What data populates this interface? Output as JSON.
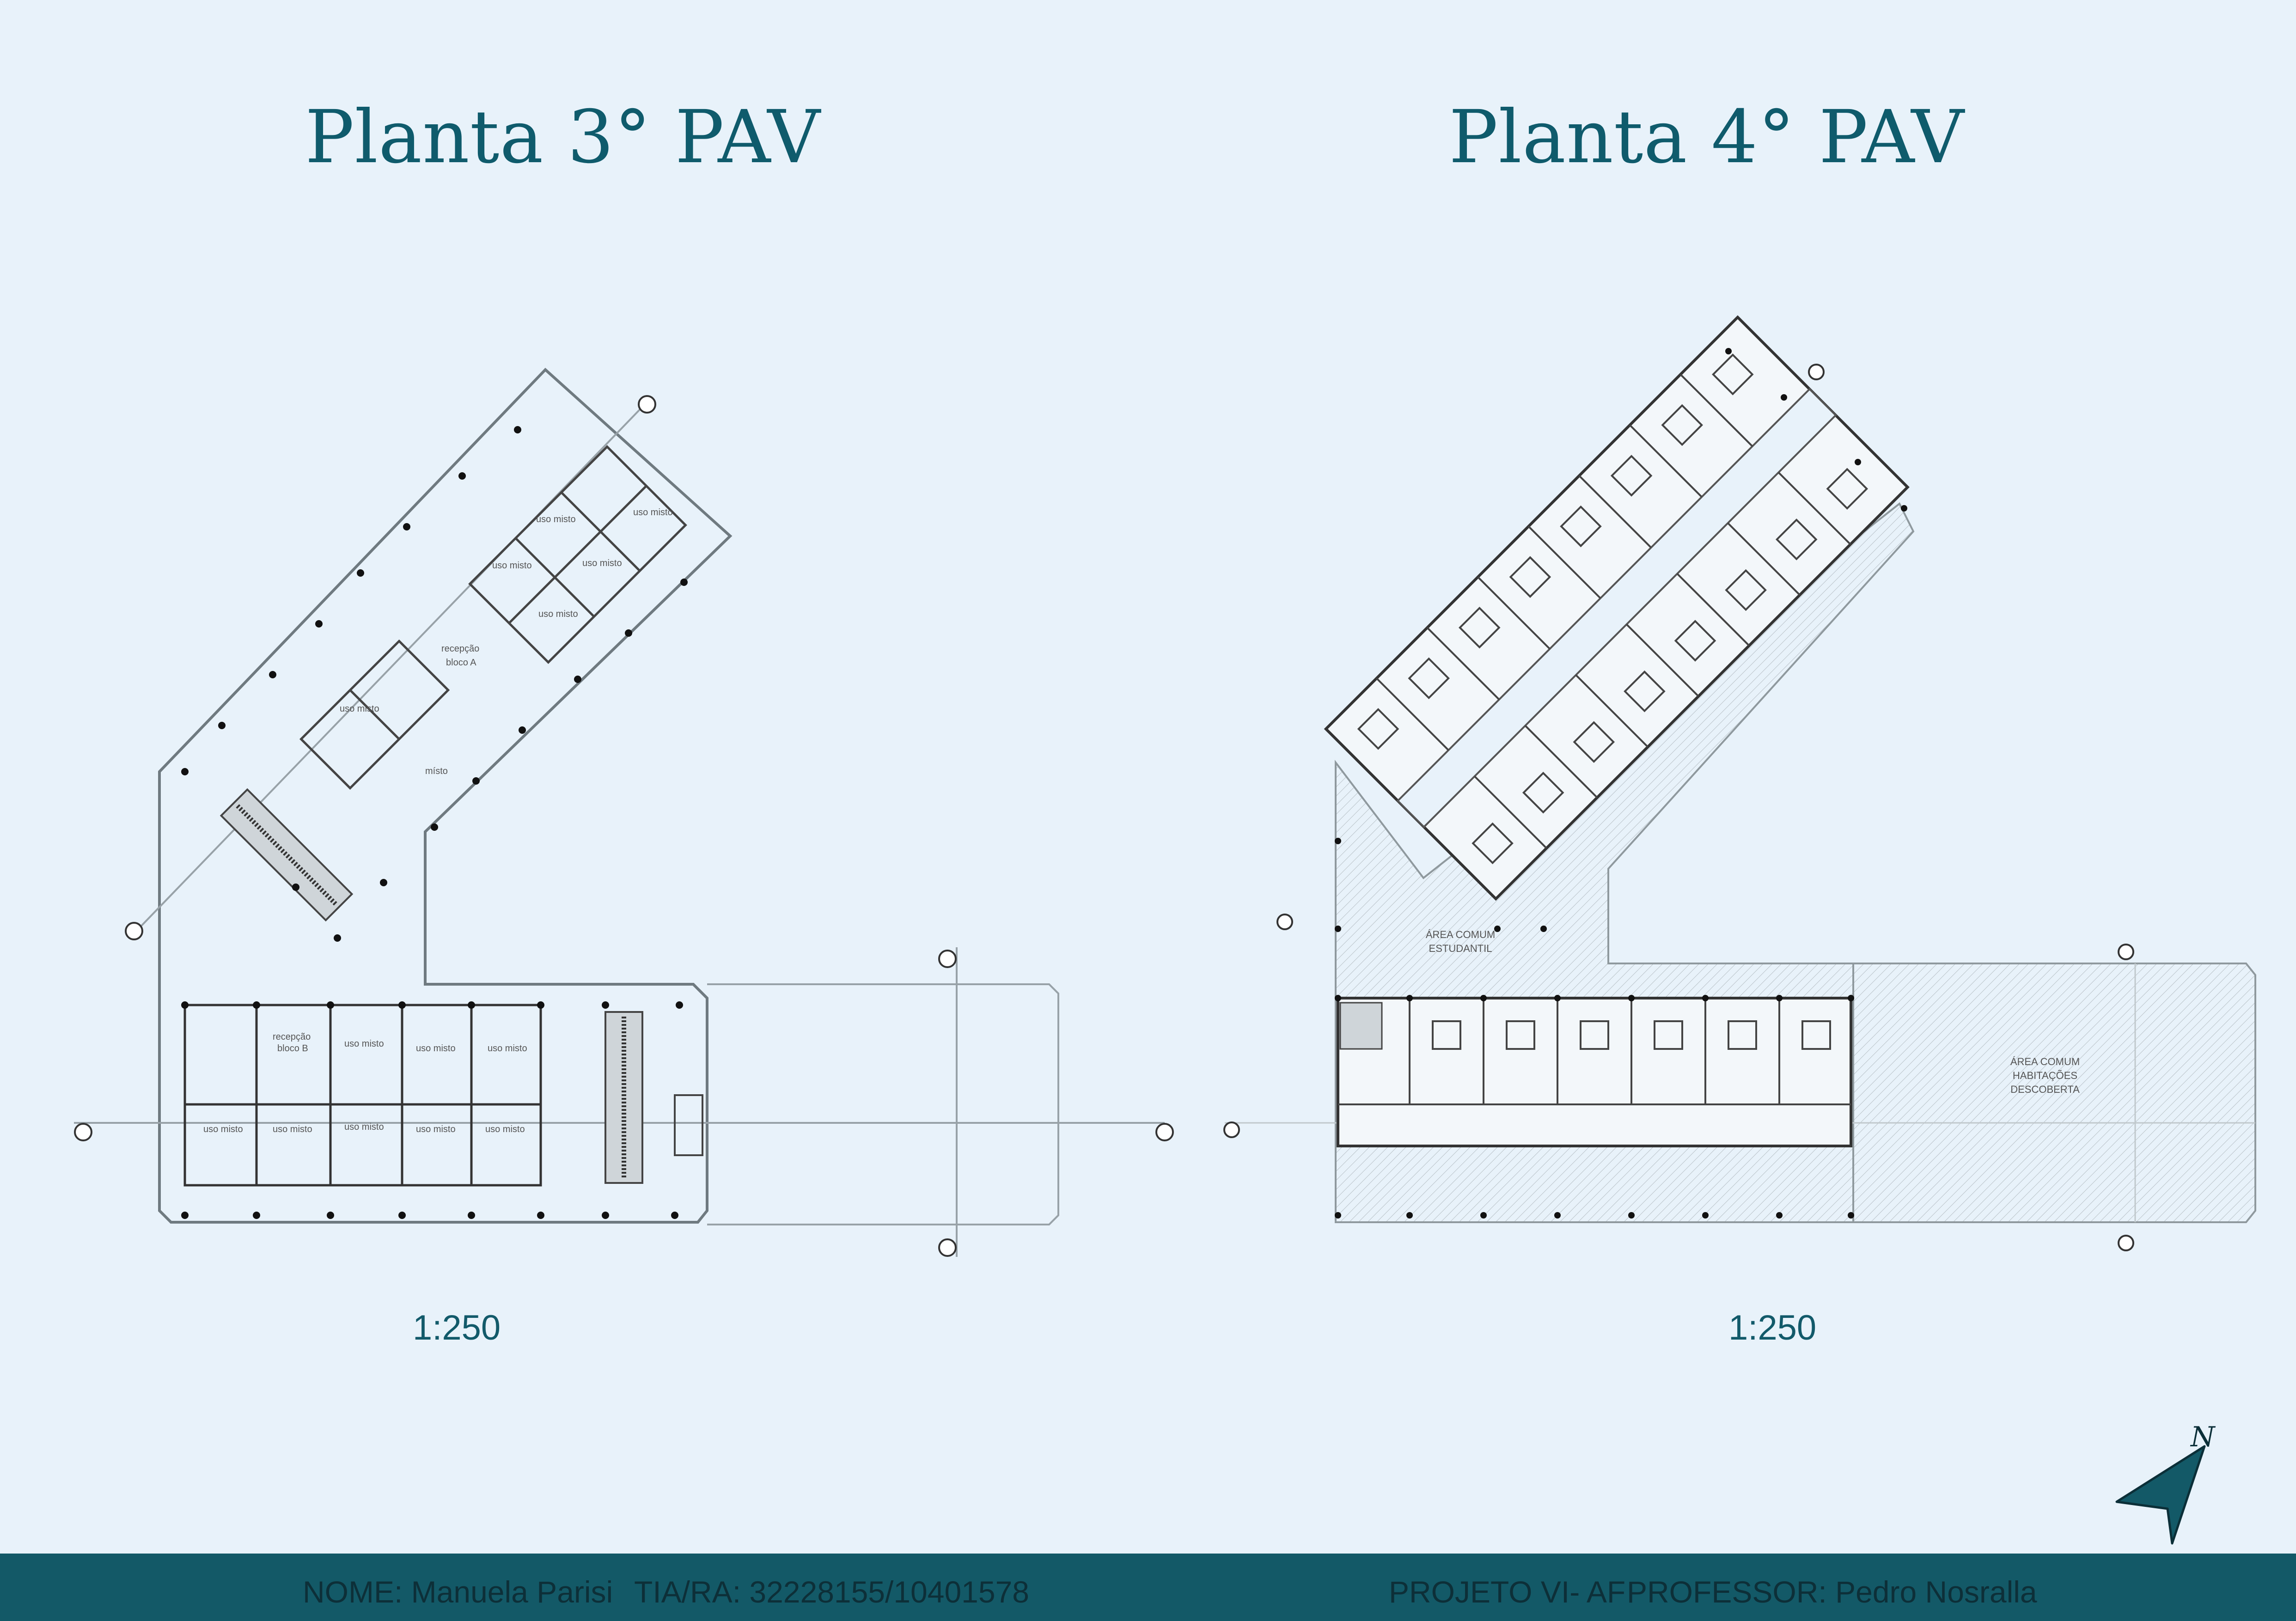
{
  "plan_left": {
    "title": "Planta 3° PAV",
    "scale": "1:250",
    "rooms": [
      "uso misto",
      "uso misto",
      "uso misto",
      "uso misto",
      "uso misto",
      "recepção",
      "bloco A",
      "uso misto",
      "místo",
      "recepção",
      "bloco B",
      "uso misto",
      "uso misto",
      "uso misto",
      "uso misto",
      "uso misto",
      "uso misto",
      "uso misto",
      "uso misto"
    ]
  },
  "plan_right": {
    "title": "Planta 4° PAV",
    "scale": "1:250",
    "areas": [
      "ÁREA COMUM",
      "ESTUDANTIL",
      "ÁREA COMUM",
      "HABITAÇÕES",
      "DESCOBERTA"
    ]
  },
  "north_label": "N",
  "footer": {
    "name": "NOME: Manuela Parisi",
    "tia": "TIA/RA: 32228155/10401578",
    "project": "PROJETO VI- AF",
    "professor": "PROFESSOR: Pedro Nosralla"
  },
  "colors": {
    "background": "#e8f2fa",
    "footer": "#135967",
    "title": "#0f5b6c"
  }
}
